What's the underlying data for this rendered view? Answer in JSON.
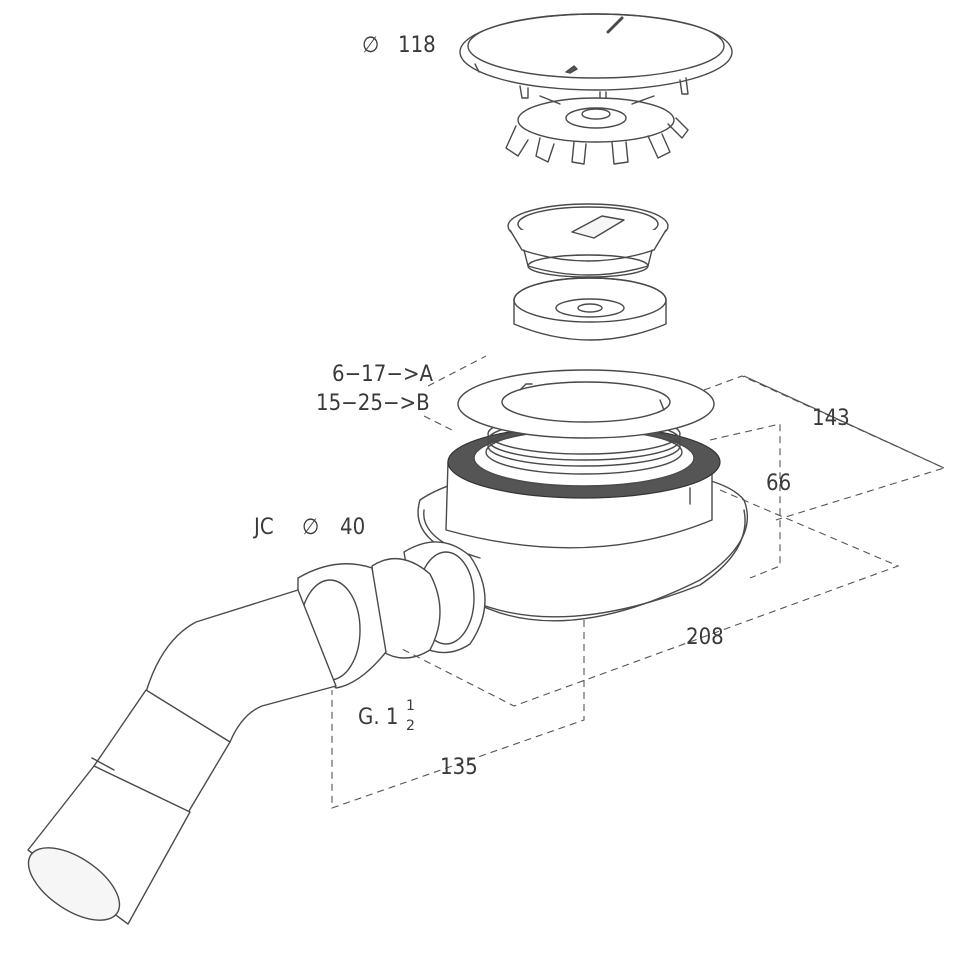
{
  "labels": {
    "cover_diameter": "118",
    "diameter_symbol": "∅",
    "range_a": "6−17−>A",
    "range_b": "15−25−>B",
    "dim_height": "66",
    "dim_depth": "143",
    "dim_length": "208",
    "dim_outlet": "135",
    "outlet_code": "JC",
    "outlet_diameter": "40",
    "thread_prefix": "G. 1",
    "thread_num": "1",
    "thread_den": "2"
  }
}
